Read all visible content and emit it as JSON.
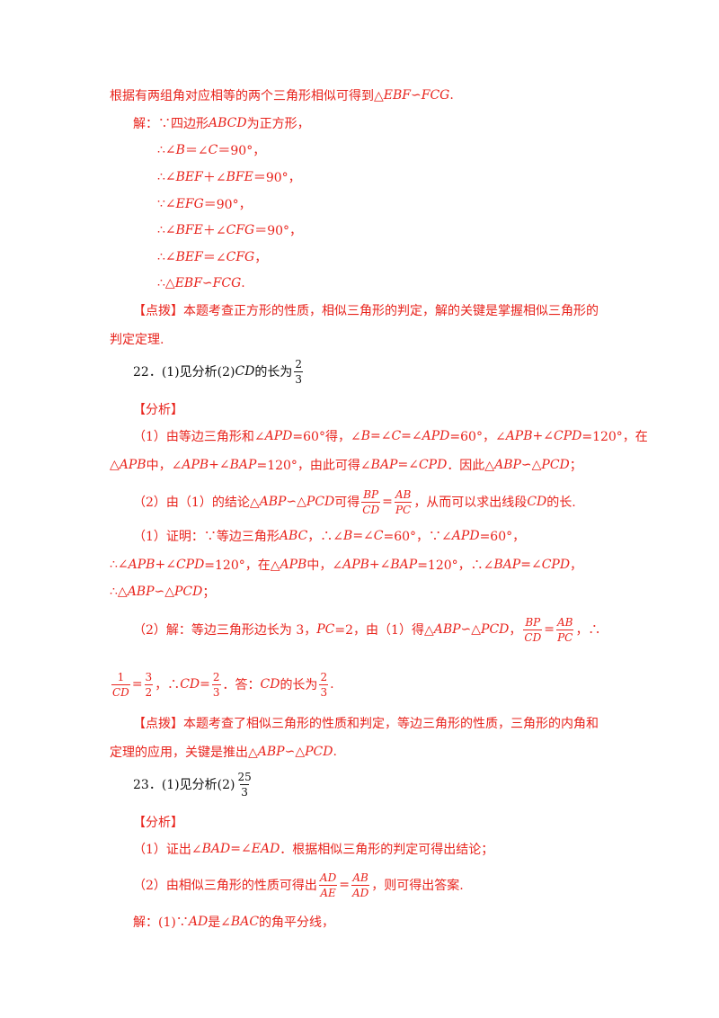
{
  "doc": {
    "lines": [
      {
        "id": "l01",
        "segs": [
          {
            "t": "根据有两组角对应相等的两个三角形相似可得到△"
          },
          {
            "t": "EBF",
            "it": true
          },
          {
            "t": "∽"
          },
          {
            "t": "FCG",
            "it": true
          },
          {
            "t": "."
          }
        ]
      },
      {
        "id": "l02",
        "segs": [
          {
            "t": "解：∵四边形"
          },
          {
            "t": "ABCD",
            "it": true
          },
          {
            "t": " 为正方形，"
          }
        ]
      },
      {
        "id": "l03",
        "segs": [
          {
            "t": "∴∠"
          },
          {
            "t": "B",
            "it": true
          },
          {
            "t": "＝∠"
          },
          {
            "t": "C",
            "it": true
          },
          {
            "t": "＝90°，"
          }
        ]
      },
      {
        "id": "l04",
        "segs": [
          {
            "t": "∴∠"
          },
          {
            "t": "BEF",
            "it": true
          },
          {
            "t": "＋∠"
          },
          {
            "t": "BFE",
            "it": true
          },
          {
            "t": "＝90°，"
          }
        ]
      },
      {
        "id": "l05",
        "segs": [
          {
            "t": "∵∠"
          },
          {
            "t": "EFG",
            "it": true
          },
          {
            "t": "＝90°，"
          }
        ]
      },
      {
        "id": "l06",
        "segs": [
          {
            "t": "∴∠"
          },
          {
            "t": "BFE",
            "it": true
          },
          {
            "t": "＋∠"
          },
          {
            "t": "CFG",
            "it": true
          },
          {
            "t": "＝90°，"
          }
        ]
      },
      {
        "id": "l07",
        "segs": [
          {
            "t": "∴∠"
          },
          {
            "t": "BEF",
            "it": true
          },
          {
            "t": "＝∠"
          },
          {
            "t": "CFG",
            "it": true
          },
          {
            "t": "，"
          }
        ]
      },
      {
        "id": "l08",
        "segs": [
          {
            "t": "∴△"
          },
          {
            "t": "EBF",
            "it": true
          },
          {
            "t": "∽"
          },
          {
            "t": "FCG",
            "it": true
          },
          {
            "t": "."
          }
        ]
      },
      {
        "id": "l09",
        "segs": [
          {
            "t": "【点拨】本题考查正方形的性质，相似三角形的判定，解的关键是掌握相似三角形的"
          }
        ]
      },
      {
        "id": "l10",
        "segs": [
          {
            "t": "判定定理."
          }
        ]
      },
      {
        "id": "l11",
        "segs": [
          {
            "t": "22．(1)见分析(2)",
            "c": "blk"
          },
          {
            "t": "CD",
            "it": true,
            "c": "blk"
          },
          {
            "t": " 的长为",
            "c": "blk"
          },
          {
            "frac": [
              "2",
              "3"
            ],
            "c": "blk"
          }
        ]
      },
      {
        "id": "l12",
        "segs": [
          {
            "t": "【分析】"
          }
        ]
      },
      {
        "id": "l13",
        "segs": [
          {
            "t": "（1）由等边三角形和∠"
          },
          {
            "t": "APD",
            "it": true
          },
          {
            "t": "=60°得，∠"
          },
          {
            "t": "B",
            "it": true
          },
          {
            "t": "=∠"
          },
          {
            "t": "C",
            "it": true
          },
          {
            "t": "=∠"
          },
          {
            "t": "APD",
            "it": true
          },
          {
            "t": "=60°，∠"
          },
          {
            "t": "APB",
            "it": true
          },
          {
            "t": "+∠"
          },
          {
            "t": "CPD",
            "it": true
          },
          {
            "t": "=120°，在"
          }
        ]
      },
      {
        "id": "l14",
        "segs": [
          {
            "t": "△"
          },
          {
            "t": "APB",
            "it": true
          },
          {
            "t": " 中，∠"
          },
          {
            "t": "APB",
            "it": true
          },
          {
            "t": "+∠"
          },
          {
            "t": "BAP",
            "it": true
          },
          {
            "t": "=120°，由此可得∠"
          },
          {
            "t": "BAP",
            "it": true
          },
          {
            "t": "=∠"
          },
          {
            "t": "CPD",
            "it": true
          },
          {
            "t": "．因此△"
          },
          {
            "t": "ABP",
            "it": true
          },
          {
            "t": "∽△"
          },
          {
            "t": "PCD",
            "it": true
          },
          {
            "t": "；"
          }
        ]
      },
      {
        "id": "l15",
        "segs": [
          {
            "t": "（2）由（1）的结论△"
          },
          {
            "t": "ABP",
            "it": true
          },
          {
            "t": "∽△"
          },
          {
            "t": "PCD",
            "it": true
          },
          {
            "t": " 可得"
          },
          {
            "frac": [
              "BP",
              "CD"
            ],
            "it": true
          },
          {
            "t": "="
          },
          {
            "frac": [
              "AB",
              "PC"
            ],
            "it": true
          },
          {
            "t": "，从而可以求出线段 "
          },
          {
            "t": "CD",
            "it": true
          },
          {
            "t": " 的长."
          }
        ]
      },
      {
        "id": "l16",
        "segs": [
          {
            "t": "（1）证明：∵等边三角形 "
          },
          {
            "t": "ABC",
            "it": true
          },
          {
            "t": "，∴∠"
          },
          {
            "t": "B",
            "it": true
          },
          {
            "t": "=∠"
          },
          {
            "t": "C",
            "it": true
          },
          {
            "t": "=60°，∵∠"
          },
          {
            "t": "APD",
            "it": true
          },
          {
            "t": "=60°，"
          }
        ]
      },
      {
        "id": "l17",
        "segs": [
          {
            "t": "∴∠"
          },
          {
            "t": "APB",
            "it": true
          },
          {
            "t": "+∠"
          },
          {
            "t": "CPD",
            "it": true
          },
          {
            "t": "=120°，在△"
          },
          {
            "t": "APB",
            "it": true
          },
          {
            "t": " 中，∠"
          },
          {
            "t": "APB",
            "it": true
          },
          {
            "t": "+∠"
          },
          {
            "t": "BAP",
            "it": true
          },
          {
            "t": "=120°，∴∠"
          },
          {
            "t": "BAP",
            "it": true
          },
          {
            "t": "=∠"
          },
          {
            "t": "CPD",
            "it": true
          },
          {
            "t": "，"
          }
        ]
      },
      {
        "id": "l18",
        "segs": [
          {
            "t": "∴△"
          },
          {
            "t": "ABP",
            "it": true
          },
          {
            "t": "∽△"
          },
          {
            "t": "PCD",
            "it": true
          },
          {
            "t": "；"
          }
        ]
      },
      {
        "id": "l19",
        "segs": [
          {
            "t": "（2）解：等边三角形边长为 3，"
          },
          {
            "t": "PC",
            "it": true
          },
          {
            "t": "=2，由（1）得△"
          },
          {
            "t": "ABP",
            "it": true
          },
          {
            "t": "∽△"
          },
          {
            "t": "PCD",
            "it": true
          },
          {
            "t": "，"
          },
          {
            "frac": [
              "BP",
              "CD"
            ],
            "it": true
          },
          {
            "t": "="
          },
          {
            "frac": [
              "AB",
              "PC"
            ],
            "it": true
          },
          {
            "t": "，∴"
          }
        ]
      },
      {
        "id": "l20",
        "segs": [
          {
            "frac": [
              "1",
              "CD"
            ],
            "denIt": true
          },
          {
            "t": "="
          },
          {
            "frac": [
              "3",
              "2"
            ]
          },
          {
            "t": "，∴"
          },
          {
            "t": "CD",
            "it": true
          },
          {
            "t": "="
          },
          {
            "frac": [
              "2",
              "3"
            ]
          },
          {
            "t": "．答："
          },
          {
            "t": "CD",
            "it": true
          },
          {
            "t": " 的长为"
          },
          {
            "frac": [
              "2",
              "3"
            ]
          },
          {
            "t": "."
          }
        ]
      },
      {
        "id": "l21",
        "segs": [
          {
            "t": "【点拨】本题考查了相似三角形的性质和判定，等边三角形的性质，三角形的内角和"
          }
        ]
      },
      {
        "id": "l22",
        "segs": [
          {
            "t": "定理的应用，关键是推出△"
          },
          {
            "t": "ABP",
            "it": true
          },
          {
            "t": "∽△"
          },
          {
            "t": "PCD",
            "it": true
          },
          {
            "t": "."
          }
        ]
      },
      {
        "id": "l23",
        "segs": [
          {
            "t": "23．(1)见分析(2)",
            "c": "blk"
          },
          {
            "frac": [
              "25",
              "3"
            ],
            "c": "blk"
          }
        ]
      },
      {
        "id": "l24",
        "segs": [
          {
            "t": "【分析】"
          }
        ]
      },
      {
        "id": "l25",
        "segs": [
          {
            "t": "（1）证出∠"
          },
          {
            "t": "BAD",
            "it": true
          },
          {
            "t": "=∠"
          },
          {
            "t": "EAD",
            "it": true
          },
          {
            "t": "．根据相似三角形的判定可得出结论；"
          }
        ]
      },
      {
        "id": "l26",
        "segs": [
          {
            "t": "（2）由相似三角形的性质可得出"
          },
          {
            "frac": [
              "AD",
              "AE"
            ],
            "it": true
          },
          {
            "t": "="
          },
          {
            "frac": [
              "AB",
              "AD"
            ],
            "it": true
          },
          {
            "t": "，则可得出答案."
          }
        ]
      },
      {
        "id": "l27",
        "segs": [
          {
            "t": "解：(1)∵"
          },
          {
            "t": "AD",
            "it": true
          },
          {
            "t": " 是∠"
          },
          {
            "t": "BAC",
            "it": true
          },
          {
            "t": " 的角平分线，"
          }
        ]
      }
    ]
  }
}
